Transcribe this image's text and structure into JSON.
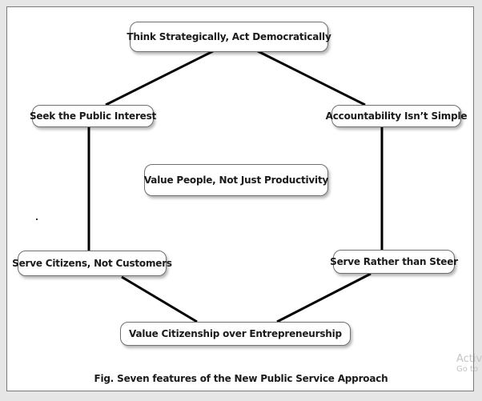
{
  "diagram": {
    "nodes": {
      "top": "Think Strategically, Act Democratically",
      "left_upper": "Seek the Public Interest",
      "right_upper": "Accountability Isn’t Simple",
      "center": "Value People, Not Just Productivity",
      "left_lower": "Serve Citizens, Not Customers",
      "right_lower": "Serve Rather than Steer",
      "bottom": "Value Citizenship over Entrepreneurship"
    },
    "caption": "Fig. Seven features of the New Public Service Approach",
    "colors": {
      "background": "#ffffff",
      "line": "#000000",
      "border": "#6f6f6f"
    }
  },
  "watermark": {
    "line1": "Activ",
    "line2": "Go to"
  }
}
